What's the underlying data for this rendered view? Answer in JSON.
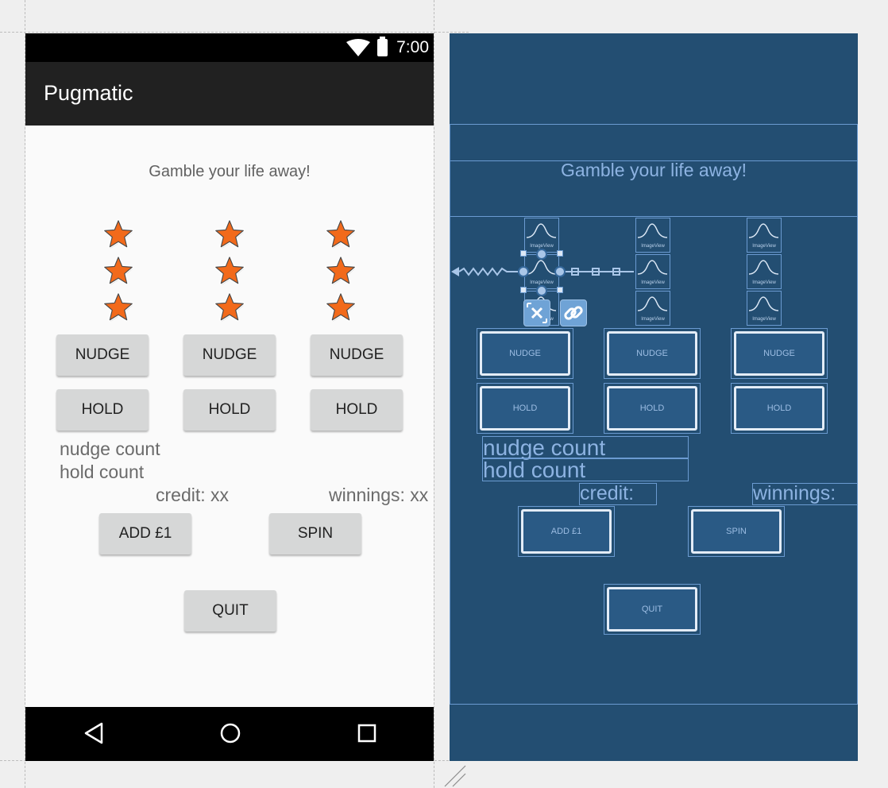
{
  "status": {
    "time": "7:00"
  },
  "app": {
    "title": "Pugmatic",
    "tagline": "Gamble your life away!"
  },
  "reels": [
    {
      "nudge_label": "NUDGE",
      "hold_label": "HOLD"
    },
    {
      "nudge_label": "NUDGE",
      "hold_label": "HOLD"
    },
    {
      "nudge_label": "NUDGE",
      "hold_label": "HOLD"
    }
  ],
  "counts": {
    "nudge": "nudge count",
    "hold": "hold count"
  },
  "money": {
    "credit": "credit: xx",
    "winnings": "winnings: xx"
  },
  "actions": {
    "add": "ADD £1",
    "spin": "SPIN",
    "quit": "QUIT"
  },
  "blueprint": {
    "tagline": "Gamble your life away!",
    "imageview_label": "ImageView",
    "nudge_label": "NUDGE",
    "hold_label": "HOLD",
    "nudge_count": "nudge count",
    "hold_count": "hold count",
    "credit": "credit:",
    "winnings": "winnings:",
    "add": "ADD £1",
    "spin": "SPIN",
    "quit": "QUIT"
  },
  "colors": {
    "star_fill": "#f26a1b",
    "app_bar": "#212121",
    "blueprint_bg": "#234e72",
    "blueprint_line": "#6b9bd1"
  },
  "icons": [
    "wifi-icon",
    "battery-icon",
    "star-icon",
    "back-icon",
    "home-icon",
    "recents-icon",
    "clear-constraints-icon",
    "link-icon"
  ]
}
